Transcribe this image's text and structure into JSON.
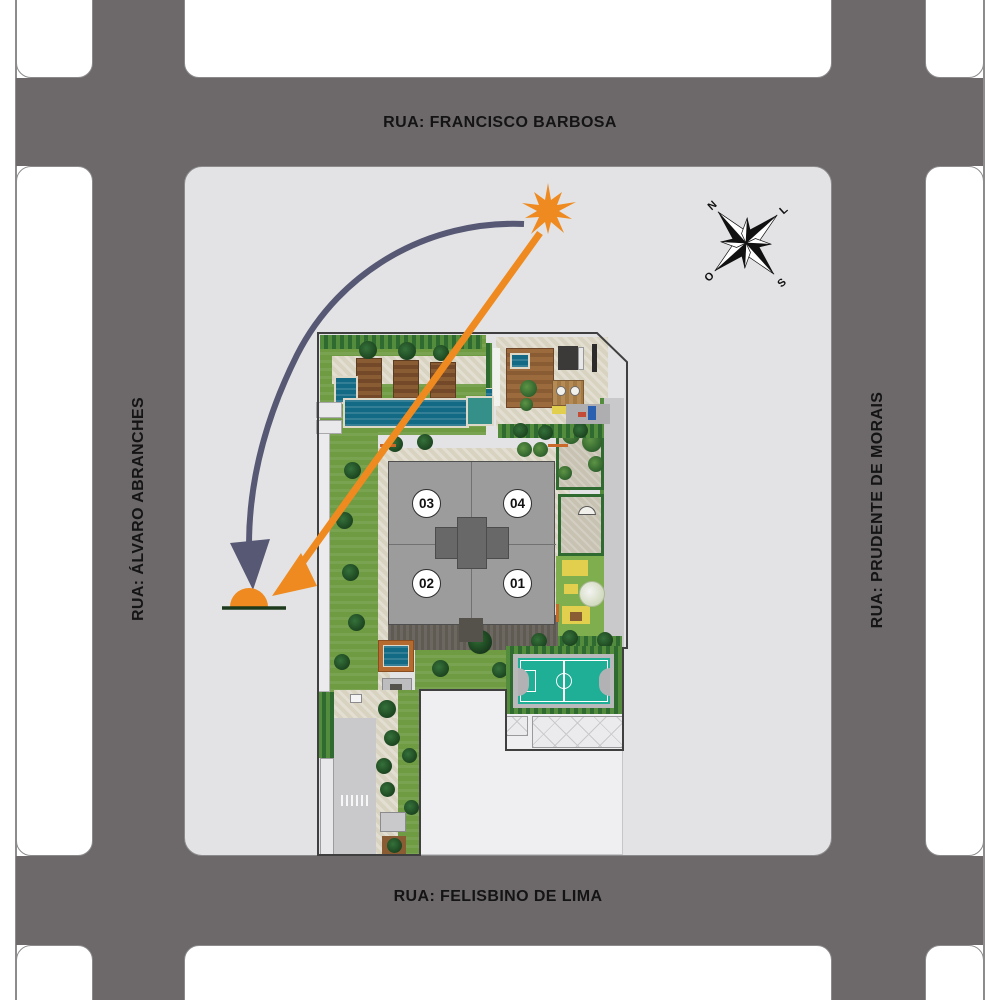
{
  "streets": {
    "top": {
      "label": "RUA: FRANCISCO BARBOSA"
    },
    "bottom": {
      "label": "RUA: FELISBINO DE LIMA"
    },
    "left": {
      "label": "RUA: ÁLVARO ABRANCHES"
    },
    "right": {
      "label": "RUA: PRUDENTE DE MORAIS"
    }
  },
  "compass": {
    "north": "N",
    "east": "L",
    "south": "S",
    "west": "O"
  },
  "site": {
    "towers": [
      {
        "label": "03"
      },
      {
        "label": "04"
      },
      {
        "label": "02"
      },
      {
        "label": "01"
      }
    ]
  },
  "sun_diagram": {
    "sunrise_icon": "sun-star",
    "sunset_icon": "setting-sun",
    "path_arc_color": "#565874",
    "ray_arrow_color": "#ee8a1f"
  },
  "colors": {
    "road": "#6d696b",
    "block": "#e3e3e5",
    "orange": "#ee8a1f",
    "slate": "#565874",
    "pool": "#136a84",
    "court": "#1fae96",
    "building": "#9c9c9c",
    "building_core": "#686868"
  }
}
